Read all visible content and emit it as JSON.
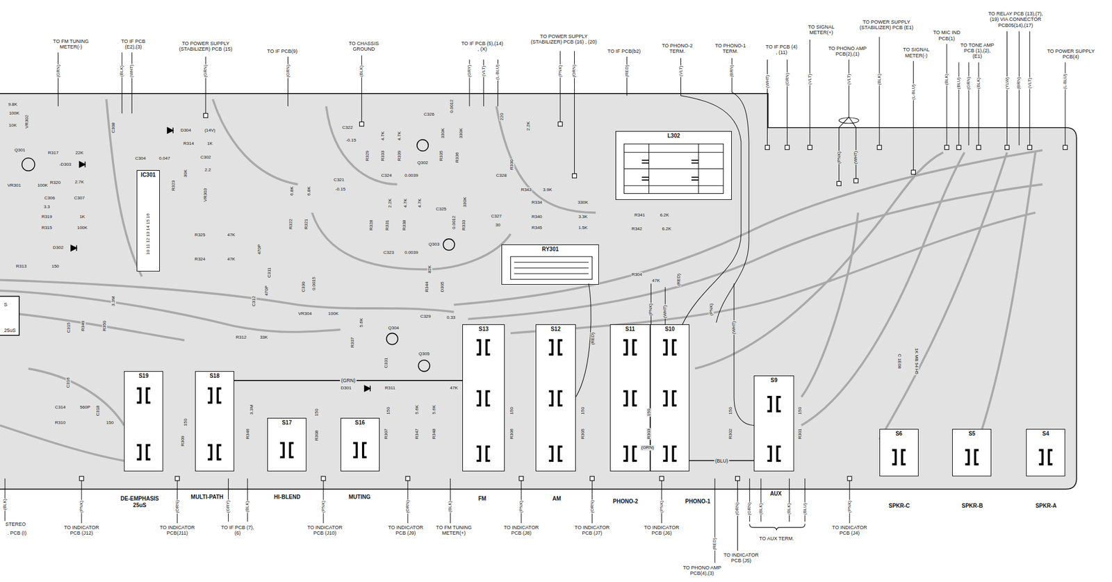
{
  "diagram": {
    "nodes": [
      {
        "text": [
          "IC301"
        ]
      },
      {
        "text": [
          "L302"
        ]
      },
      {
        "text": [
          "RY301"
        ]
      },
      {
        "text": [
          "S13"
        ]
      },
      {
        "text": [
          "S12"
        ]
      },
      {
        "text": [
          "S11"
        ]
      },
      {
        "text": [
          "S10"
        ]
      },
      {
        "text": [
          "S19"
        ]
      },
      {
        "text": [
          "S18"
        ]
      },
      {
        "text": [
          "S9"
        ]
      },
      {
        "text": [
          "S17"
        ]
      },
      {
        "text": [
          "S16"
        ]
      },
      {
        "text": [
          "S6"
        ]
      },
      {
        "text": [
          "S5"
        ]
      },
      {
        "text": [
          "S4"
        ]
      }
    ],
    "edges": [
      {
        "from": 8,
        "to": 3,
        "label": "(GRN)",
        "arrow": "none"
      },
      {
        "from": 6,
        "to": 9,
        "label": "(BLU)",
        "arrow": "none"
      }
    ],
    "labels": [
      "TO FM TUNING METER(-)",
      "TO IF PCB (E2),(3)",
      "TO POWER SUPPLY (STABILIZER) PCB (15)",
      "TO IF PCB(9)",
      "TO CHASSIS GROUND",
      "TO IF PCB (5),(14) , (X)",
      "TO POWER SUPPLY (STABILIZER) PCB (16) , (20)",
      "TO IF PCB(b2)",
      "TO PHONO-2 TERM.",
      "TO PHONO-1 TERM.",
      "TO IF PCB (4) , (11)",
      "TO SIGNAL METER(+)",
      "TO PHONO AMP PCB(2),(1)",
      "TO POWER SUPPLY (STABILIZER) PCB (E1)",
      "TO SIGNAL METER(-)",
      "TO MIC IND PCB(1)",
      "TO TONE AMP PCB (1),(2),(E1)",
      "TO RELAY PCB (13),(7),(19) VIA CONNECTOR PCB05(14),(17)",
      "TO POWER SUPPLY PCB(4)",
      "(GRN)",
      "(BLK)",
      "(WHT)",
      "(GRN)",
      "(GRN)",
      "(BLK)",
      "(GRY)",
      "(VLT)",
      "(L-BLU)",
      "(PNK)",
      "(ORN)",
      "(RED)",
      "(VLT)",
      "(BRN)",
      "(WHT)",
      "(GRN)",
      "(VLT)",
      "(VLT)",
      "(BLK)",
      "(L-BLU)",
      "(BLK)",
      "(BLU)",
      "(GRN)",
      "(BLK)",
      "(YLW)",
      "(BRN)",
      "(VLT)",
      "(L-BLU)",
      "(PNK)",
      "(WHT)",
      "(RED)",
      "(PNK)",
      "(WHT)",
      "(PNK)",
      "(WHT)",
      "(RED)",
      "(GRN)",
      "(BLK)",
      "STEREO",
      ". PCB (I)",
      "(PNK)",
      "TO INDICATOR PCB (J12)",
      "DE-EMPHASIS 25uS",
      "MULTI-PATH",
      "(ORN)",
      "TO INDICATOR PCB(J11)",
      "(GRY)",
      "(BLK)",
      "TO IF PCB (7),(6)",
      "HI-BLEND",
      "(PNK)",
      "TO INDICATOR PCB (J10)",
      "MUTING",
      "(ORN)",
      "TO INDICATOR PCB (J9)",
      "(BLK)",
      "TO FM TUNING METER(+)",
      "FM",
      "(PNK)",
      "TO INDICATOR PCB (J8)",
      "AM",
      "(ORN)",
      "TO INDICATOR PCB (J7)",
      "PHONO-2",
      "(PNK)",
      "TO INDICATOR PCB (J6)",
      "PHONO-1",
      "(ORN)",
      "TO INDICATOR PCB (J5)",
      "(RED)",
      "TO PHONO AMP PCB(4),(3)",
      "(GRN)",
      "(BLK)",
      "(BLK)",
      "(BLU)",
      "TO AUX TERM.",
      "AUX",
      "(PNK)",
      "TO INDICATOR PCB (J4)",
      "SPKR-C",
      "SPKR-B",
      "SPKR-A",
      "S",
      "25uS",
      "9.8K",
      "100K",
      "10K",
      "VR302",
      "Q301",
      "-D303",
      "R317",
      "22K",
      "R320",
      "2.7K",
      "VR301",
      "100K",
      "C306",
      "C307",
      "3.3",
      "R319",
      "1K",
      "R315",
      "100K",
      "D302",
      "R313",
      "150",
      "C304",
      "0.047",
      "C308",
      "D304",
      "(14V)",
      "R314",
      "1K",
      "C302",
      "2.2",
      "R323",
      "30K",
      "VR303",
      "R325",
      "47K",
      "R324",
      "47K",
      "6.8K",
      "R322",
      "6.8K",
      "R321",
      "C321",
      "-0.15",
      "C322",
      "-0.15",
      "4.7K",
      "R329",
      "R333",
      "R339",
      "4.7K",
      "C326",
      "0.0012",
      "Q302",
      "R335",
      "330K",
      "R336",
      "330K",
      "C324",
      "0.0039",
      "220",
      "R330",
      "2.2K",
      "C328",
      "C327",
      "30",
      "R343",
      "3.9K",
      "R334",
      "330K",
      "R340",
      "3.3K",
      "R345",
      "1.5K",
      "R341",
      "6.2K",
      "R342",
      "6.2K",
      "2.2K",
      "R328",
      "4.7K",
      "R331",
      "4.7K",
      "R338",
      "C325",
      "0.0012",
      "Q303",
      "R333",
      "330K",
      "C323",
      "0.0039",
      "82K",
      "R344",
      "D305",
      "C329",
      "0.33",
      "VR304",
      "100K",
      "0.0015",
      "C330",
      "C311",
      "470P",
      "C312",
      "470P",
      "R304",
      "47K",
      "Q304",
      "Q305",
      "5.6K",
      "R337",
      "C331",
      "D301",
      "R311",
      "47K",
      "R312",
      "33K",
      "R349",
      "R350",
      "3.3M",
      "C315",
      "C316",
      "C314",
      "560P",
      "C318",
      "R310",
      "150",
      "R309",
      "150",
      "R346",
      "3.3M",
      "R308",
      "150",
      "R307",
      "150",
      "R347",
      "5.6K",
      "R348",
      "5.6K",
      "R306",
      "150",
      "R305",
      "150",
      "R303",
      "150",
      "R302",
      "150",
      "R301",
      "150",
      "10 11 12 13 14 15 16",
      "C 1E08",
      "1K MB 94 H5"
    ]
  }
}
